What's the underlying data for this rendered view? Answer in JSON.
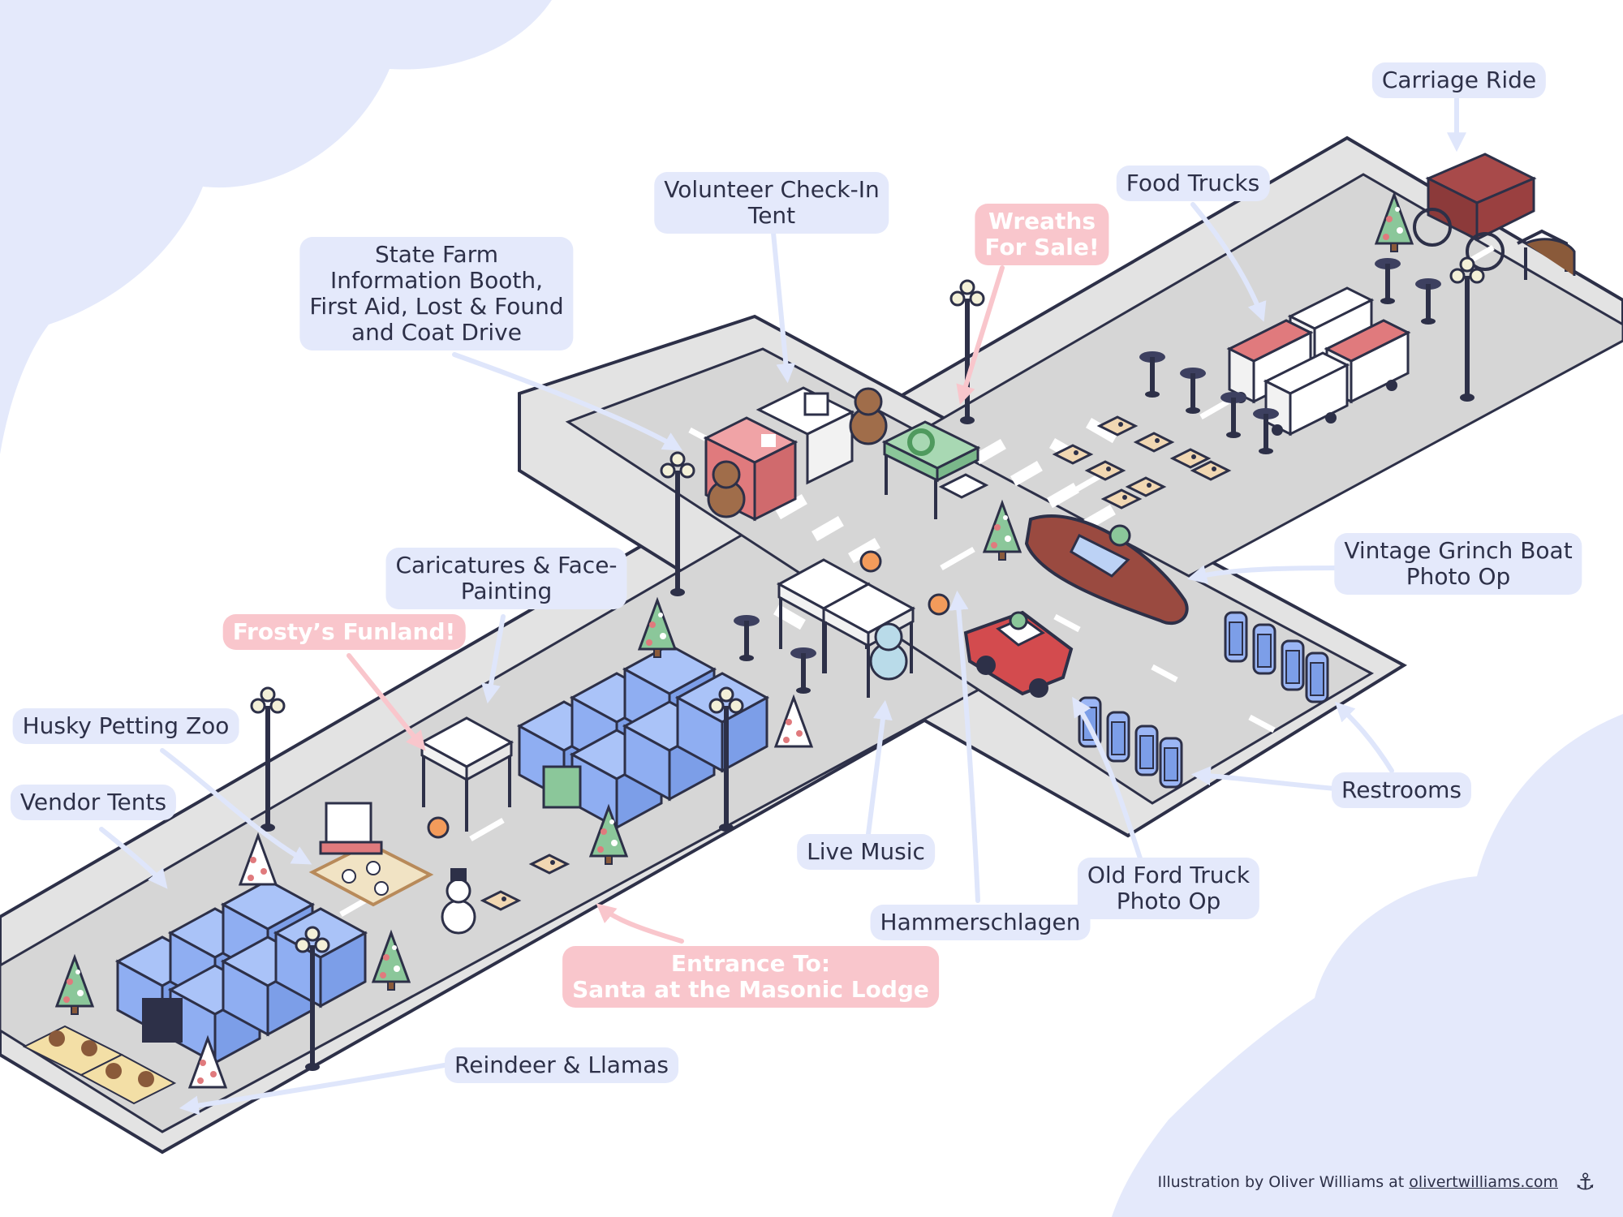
{
  "labels": {
    "carriage_ride": "Carriage Ride",
    "food_trucks": "Food Trucks",
    "volunteer_tent": "Volunteer Check-In\nTent",
    "wreaths": "Wreaths\nFor Sale!",
    "state_farm": "State Farm\nInformation Booth,\nFirst Aid, Lost & Found\nand Coat Drive",
    "caricatures": "Caricatures & Face-\nPainting",
    "frosty": "Frosty’s Funland!",
    "husky": "Husky Petting Zoo",
    "vendor": "Vendor Tents",
    "vintage_boat": "Vintage Grinch Boat\nPhoto Op",
    "restrooms": "Restrooms",
    "live_music": "Live Music",
    "old_ford": "Old Ford Truck\nPhoto Op",
    "hammerschlagen": "Hammerschlagen",
    "entrance": "Entrance To:\nSanta at the Masonic Lodge",
    "reindeer": "Reindeer & Llamas"
  },
  "credit": {
    "prefix": "Illustration by Oliver Williams at ",
    "link": "olivertwilliams.com"
  },
  "icons": {
    "anchor": "anchor-icon"
  },
  "colors": {
    "background_cloud": "#e4e9fb",
    "street": "#d6d6d6",
    "sidewalk": "#e3e3e3",
    "outline": "#2d3048",
    "label_bg": "#e4e9fb",
    "highlight": "#f9c6cc",
    "tent_blue": "#9bb6f5",
    "tent_red": "#e07a7d",
    "tent_green": "#8bc79a",
    "arrow": "#dfe6fb"
  }
}
